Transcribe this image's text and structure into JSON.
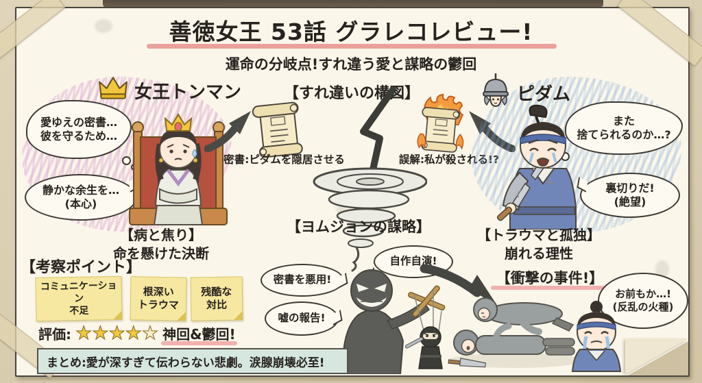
{
  "title": "善徳女王 53話 グラレコレビュー!",
  "subtitle": "運命の分岐点!すれ違う愛と謀略の鬱回",
  "queen": {
    "name": "女王トンマン",
    "thought": "愛ゆえの密書…\n彼を守るため…",
    "speech": "静かな余生を…\n(本心)",
    "caption_title": "【病と焦り】",
    "caption_sub": "命を懸けた決断"
  },
  "center": {
    "heading": "【すれ違いの構図】",
    "left_label": "密書:ピダムを隠居させる",
    "right_label": "誤解:私が殺される!?"
  },
  "bidam": {
    "name": "ピダム",
    "thought": "また\n捨てられるのか…?",
    "speech": "裏切りだ!\n(絶望)",
    "caption_title": "【トラウマと孤独】",
    "caption_sub": "崩れる理性"
  },
  "scheme": {
    "heading": "【ヨムジョンの謀略】",
    "bubble_misuse": "密書を悪用!",
    "bubble_lie": "嘘の報告!",
    "bubble_selfplay": "自作自演!"
  },
  "incident": {
    "heading": "【衝撃の事件!】",
    "speech": "お前もか…!\n(反乱の火種)"
  },
  "analysis": {
    "heading": "【考察ポイント】",
    "notes": [
      "コミュニケーション\n不足",
      "根深い\nトラウマ",
      "残酷な\n対比"
    ],
    "rating": {
      "label": "評価:",
      "filled": 4,
      "total": 5,
      "comment": "神回&鬱回!"
    }
  },
  "summary": "まとめ:愛が深すぎて伝わらない悲劇。涙腺崩壊必至!",
  "colors": {
    "paper": "#fbf6ea",
    "desk": "#d9cdb0",
    "title_underline": "#e6928e",
    "pink_scribble": "#d88ac6",
    "blue_scribble": "#76a8da",
    "sticky_note": "#f6e8a0",
    "star_gold": "#f3c83e",
    "summary_bg": "#d6e7e0",
    "highlight_pink": "#efa0a0"
  }
}
